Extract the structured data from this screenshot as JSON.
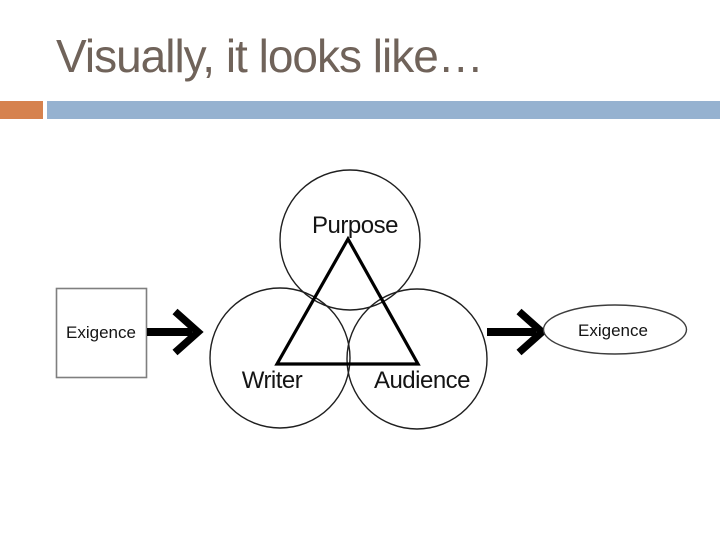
{
  "slide": {
    "title": "Visually, it looks like…"
  },
  "theme": {
    "background": "#ffffff",
    "title_color": "#70635a",
    "accent_orange": "#d6824e",
    "accent_blue": "#96b2d0",
    "stroke_black": "#000000",
    "box_border_gray": "#7f7f7f",
    "ellipse_border": "#3d3d3d"
  },
  "diagram": {
    "input": {
      "shape": "rectangle",
      "label": "Exigence"
    },
    "triangle": {
      "top": {
        "label": "Purpose"
      },
      "bottom_left": {
        "label": "Writer"
      },
      "bottom_right": {
        "label": "Audience"
      }
    },
    "output": {
      "shape": "ellipse",
      "label": "Exigence"
    },
    "arrows": [
      {
        "direction": "right",
        "from": "exigence-box",
        "to": "triangle-circles"
      },
      {
        "direction": "right",
        "from": "triangle-circles",
        "to": "exigence-ellipse"
      }
    ]
  }
}
